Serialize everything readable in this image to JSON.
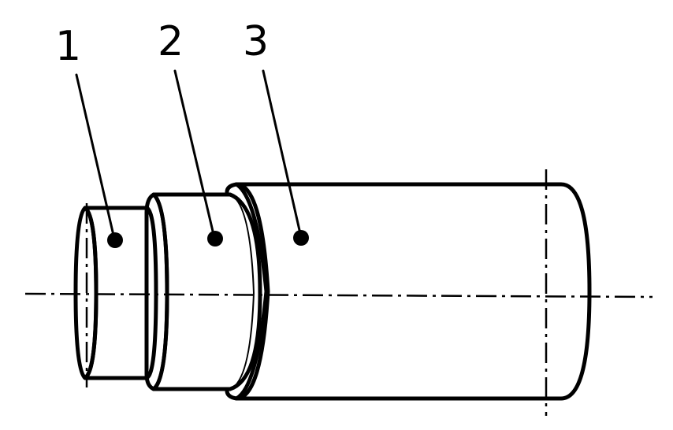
{
  "labels": {
    "layer1": "1",
    "layer2": "2",
    "layer3": "3"
  },
  "colors": {
    "ink": "#000000",
    "stipple_fill": "#d6d6d6",
    "background": "#ffffff"
  }
}
